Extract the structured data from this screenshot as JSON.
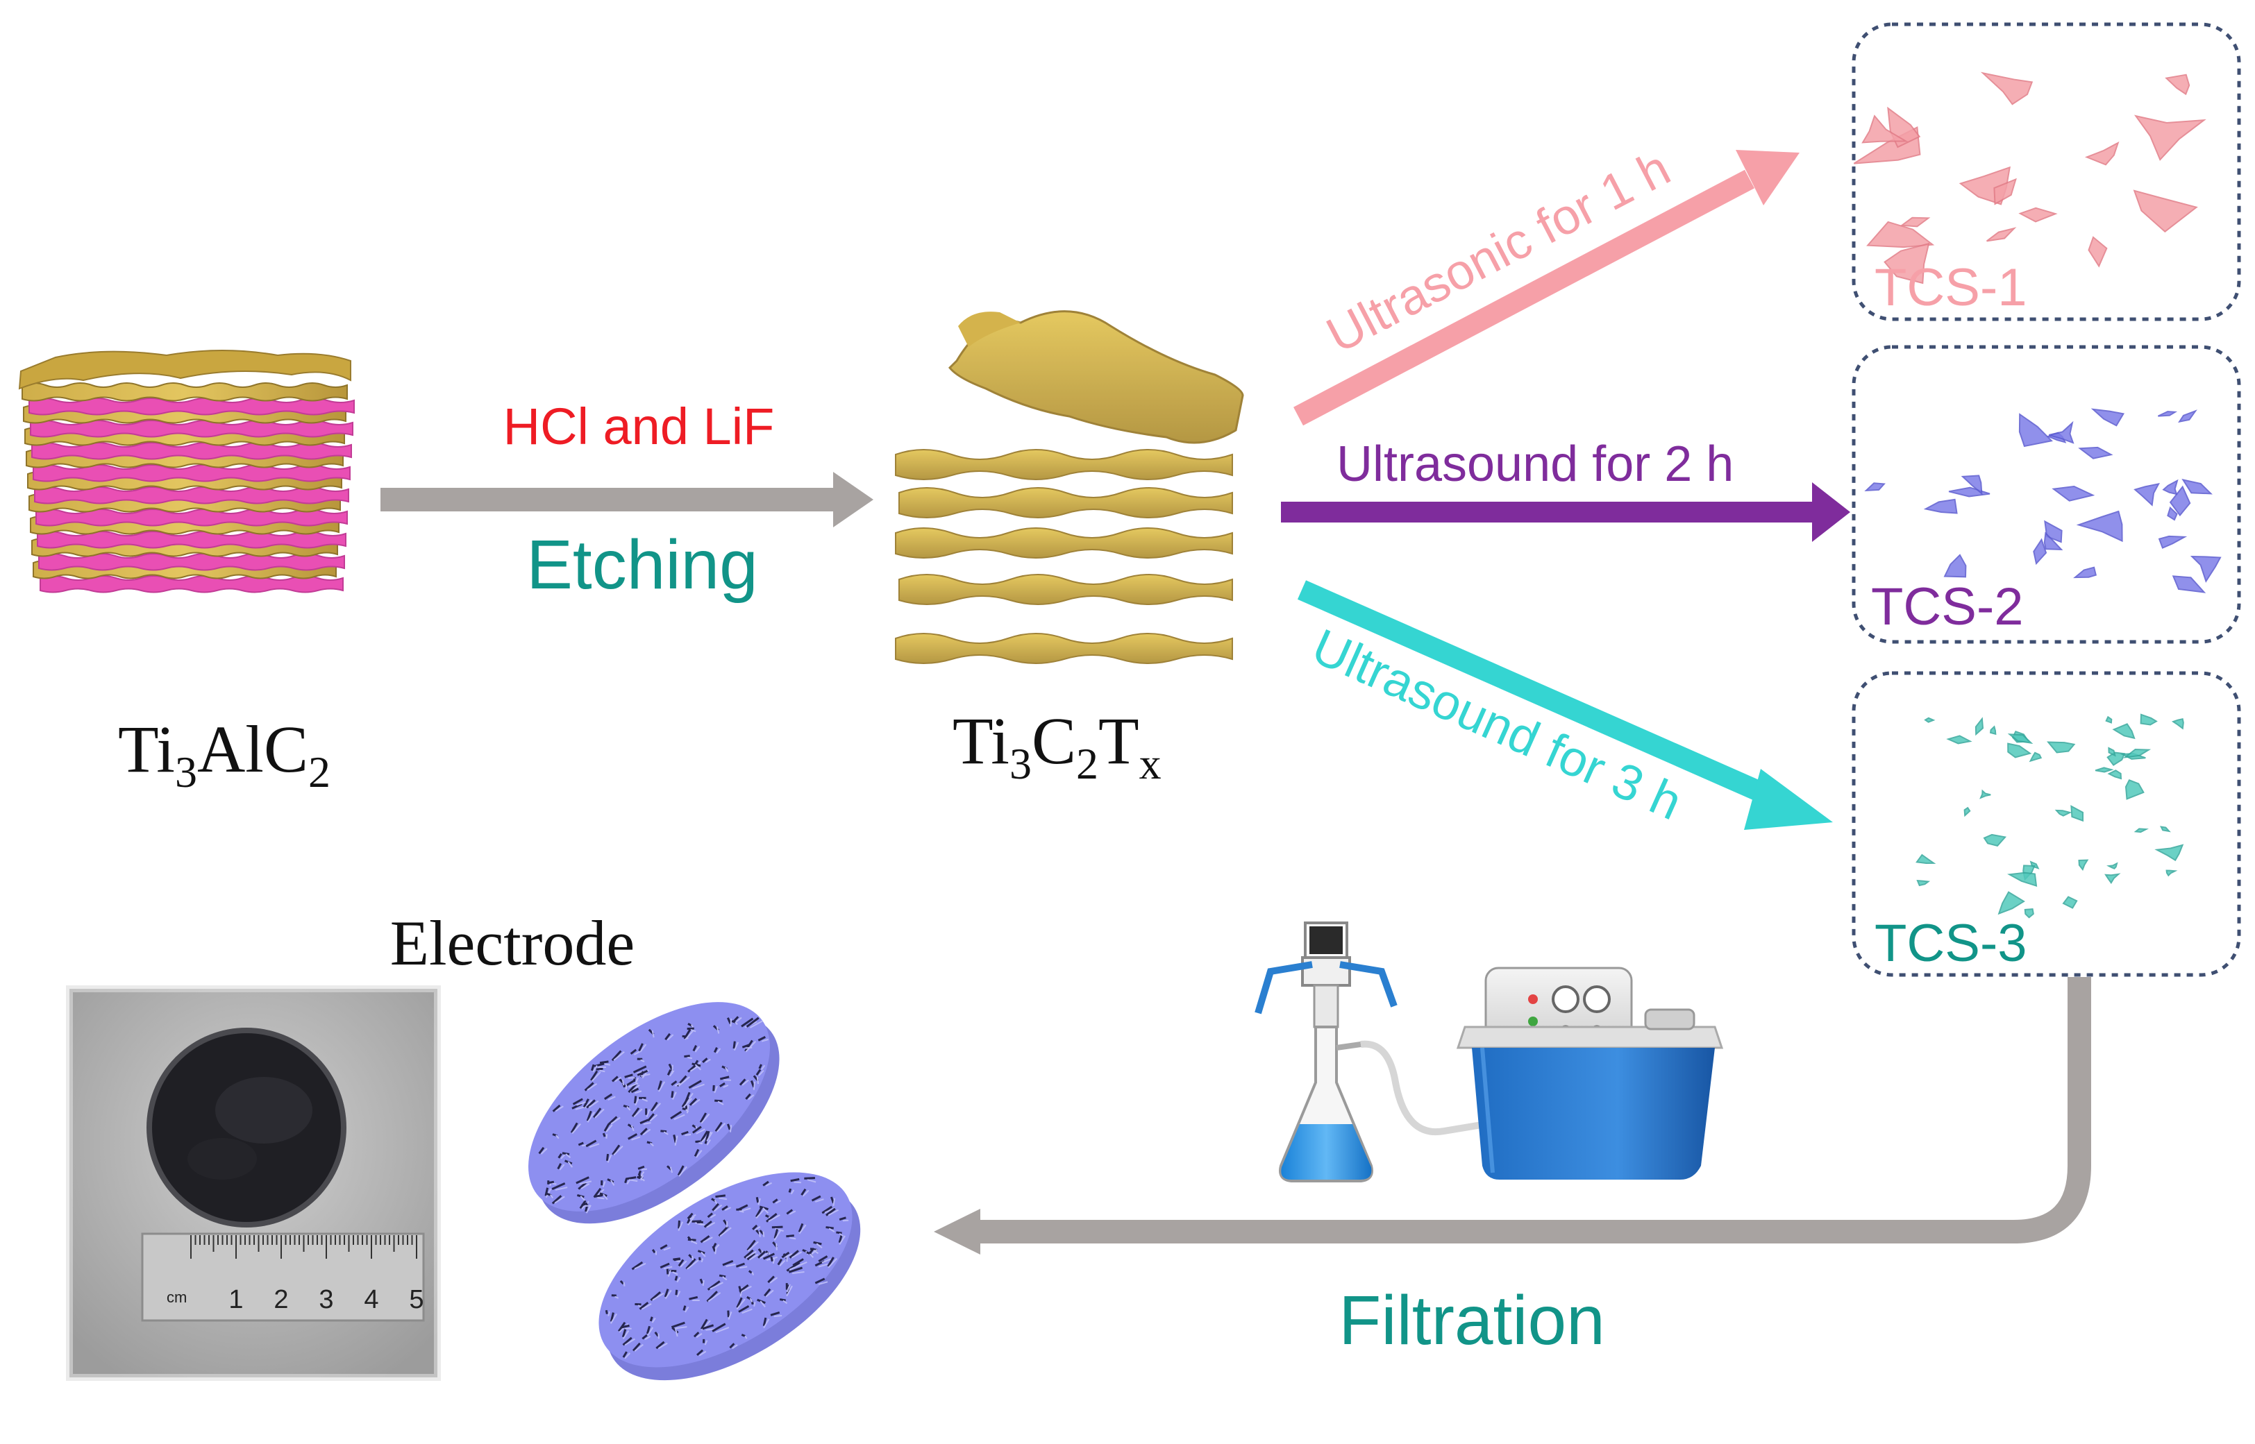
{
  "materials": {
    "ti3alc2": {
      "base": "Ti",
      "sub1": "3",
      "mid": "AlC",
      "sub2": "2"
    },
    "ti3c2tx": {
      "base": "Ti",
      "sub1": "3",
      "mid": "C",
      "sub2": "2",
      "mid2": "T",
      "sub3": "x"
    }
  },
  "etching": {
    "reagent": "HCl and LiF",
    "label": "Etching"
  },
  "sonication": {
    "step1": "Ultrasonic for 1 h",
    "step2": "Ultrasound for 2 h",
    "step3": "Ultrasound for 3 h"
  },
  "products": {
    "tcs1": "TCS-1",
    "tcs2": "TCS-2",
    "tcs3": "TCS-3"
  },
  "filtration": {
    "label": "Filtration"
  },
  "electrode": {
    "title": "Electrode",
    "ruler_unit": "cm",
    "ruler_ticks": [
      "1",
      "2",
      "3",
      "4",
      "5"
    ]
  },
  "colors": {
    "etch_red": "#ee1c24",
    "teal": "#119488",
    "pink": "#f6a0a8",
    "purple": "#7f2c9c",
    "cyan": "#35d5d2",
    "gray_arrow": "#a8a3a1",
    "gold": "#c9a640",
    "magenta": "#e94fb4",
    "lavender": "#8d8ff0",
    "box_border": "#3f4f72"
  }
}
